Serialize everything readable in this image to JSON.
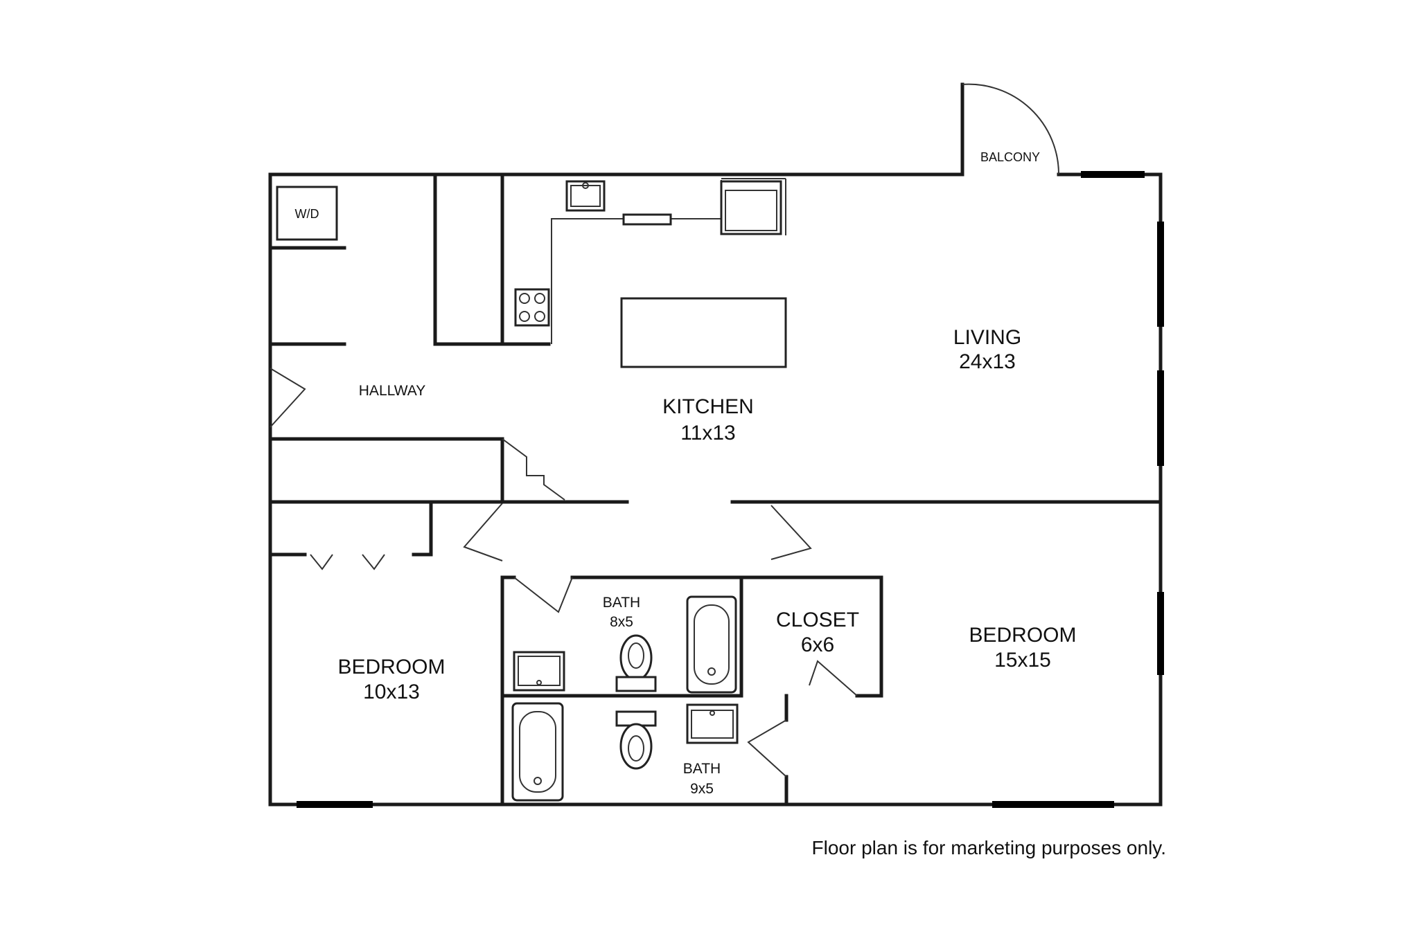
{
  "rooms": {
    "balcony": {
      "name": "BALCONY"
    },
    "wd": {
      "name": "W/D"
    },
    "hallway": {
      "name": "HALLWAY"
    },
    "kitchen": {
      "name": "KITCHEN",
      "size": "11x13"
    },
    "living": {
      "name": "LIVING",
      "size": "24x13"
    },
    "bedroom_left": {
      "name": "BEDROOM",
      "size": "10x13"
    },
    "bath_upper": {
      "name": "BATH",
      "size": "8x5"
    },
    "bath_lower": {
      "name": "BATH",
      "size": "9x5"
    },
    "closet": {
      "name": "CLOSET",
      "size": "6x6"
    },
    "bedroom_right": {
      "name": "BEDROOM",
      "size": "15x15"
    }
  },
  "disclaimer": "Floor plan is for marketing purposes only."
}
